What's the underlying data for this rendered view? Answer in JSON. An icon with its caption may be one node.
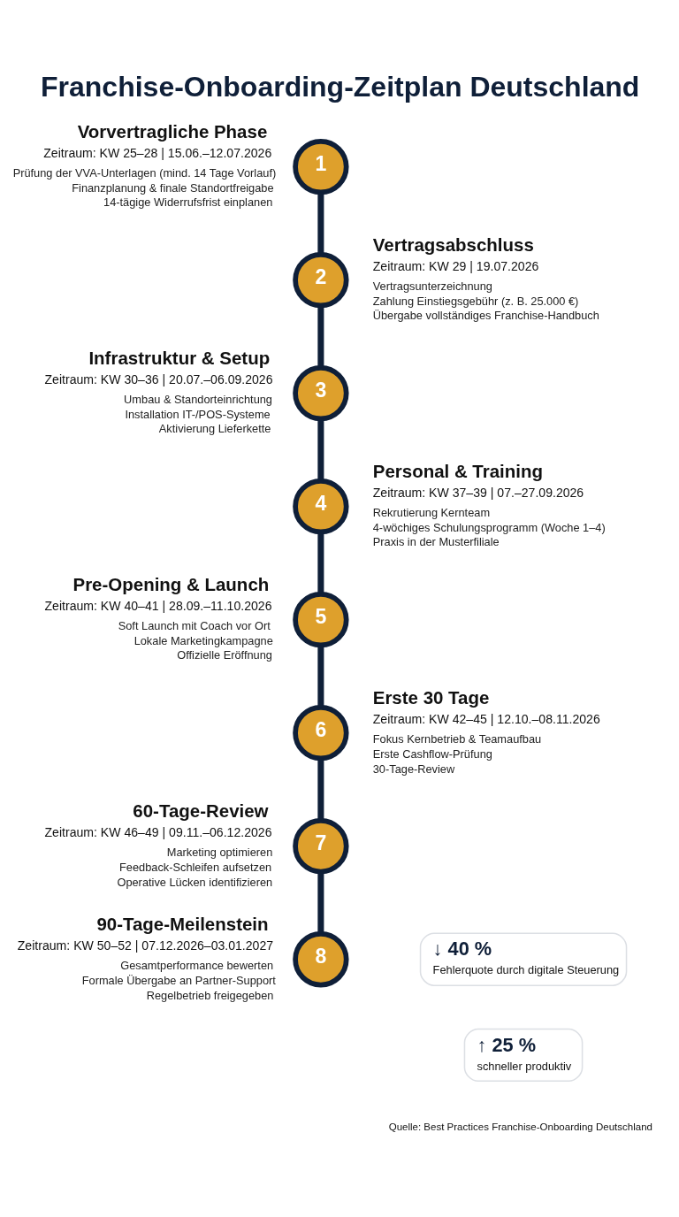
{
  "diagram": {
    "title": "Franchise-Onboarding-Zeitplan Deutschland",
    "caption": "Quelle: Best Practices Franchise-Onboarding Deutschland",
    "nodes": [
      {
        "text": [
          "1"
        ],
        "beside": [
          "Vorvertragliche Phase",
          "Zeitraum: KW 25–28 | 15.06.–12.07.2026",
          "Prüfung der VVA-Unterlagen (mind. 14 Tage Vorlauf)",
          "Finanzplanung & finale Standortfreigabe",
          "14-tägige Widerrufsfrist einplanen"
        ]
      },
      {
        "text": [
          "2"
        ],
        "beside": [
          "Vertragsabschluss",
          "Zeitraum: KW 29 | 19.07.2026",
          "Vertragsunterzeichnung",
          "Zahlung Einstiegsgebühr (z. B. 25.000 €)",
          "Übergabe vollständiges Franchise-Handbuch"
        ]
      },
      {
        "text": [
          "3"
        ],
        "beside": [
          "Infrastruktur & Setup",
          "Zeitraum: KW 30–36 | 20.07.–06.09.2026",
          "Umbau & Standorteinrichtung",
          "Installation IT-/POS-Systeme",
          "Aktivierung Lieferkette"
        ]
      },
      {
        "text": [
          "4"
        ],
        "beside": [
          "Personal & Training",
          "Zeitraum: KW 37–39 | 07.–27.09.2026",
          "Rekrutierung Kernteam",
          "4-wöchiges Schulungsprogramm (Woche 1–4)",
          "Praxis in der Musterfiliale"
        ]
      },
      {
        "text": [
          "5"
        ],
        "beside": [
          "Pre-Opening & Launch",
          "Zeitraum: KW 40–41 | 28.09.–11.10.2026",
          "Soft Launch mit Coach vor Ort",
          "Lokale Marketingkampagne",
          "Offizielle Eröffnung"
        ]
      },
      {
        "text": [
          "6"
        ],
        "beside": [
          "Erste 30 Tage",
          "Zeitraum: KW 42–45 | 12.10.–08.11.2026",
          "Fokus Kernbetrieb & Teamaufbau",
          "Erste Cashflow-Prüfung",
          "30-Tage-Review"
        ]
      },
      {
        "text": [
          "7"
        ],
        "beside": [
          "60-Tage-Review",
          "Zeitraum: KW 46–49 | 09.11.–06.12.2026",
          "Marketing optimieren",
          "Feedback-Schleifen aufsetzen",
          "Operative Lücken identifizieren"
        ]
      },
      {
        "text": [
          "8"
        ],
        "beside": [
          "90-Tage-Meilenstein",
          "Zeitraum: KW 50–52 | 07.12.2026–03.01.2027",
          "Gesamtperformance bewerten",
          "Formale Übergabe an Partner-Support",
          "Regelbetrieb freigegeben"
        ]
      },
      {
        "text": [
          "↓ 40 %",
          "Fehlerquote durch digitale Steuerung"
        ]
      },
      {
        "text": [
          "↑ 25 %",
          "schneller produktiv"
        ]
      }
    ],
    "edges": [
      {
        "from": 0,
        "to": 1,
        "arrow": "none"
      },
      {
        "from": 1,
        "to": 2,
        "arrow": "none"
      },
      {
        "from": 2,
        "to": 3,
        "arrow": "none"
      },
      {
        "from": 3,
        "to": 4,
        "arrow": "none"
      },
      {
        "from": 4,
        "to": 5,
        "arrow": "none"
      },
      {
        "from": 5,
        "to": 6,
        "arrow": "none"
      },
      {
        "from": 6,
        "to": 7,
        "arrow": "none"
      }
    ]
  }
}
